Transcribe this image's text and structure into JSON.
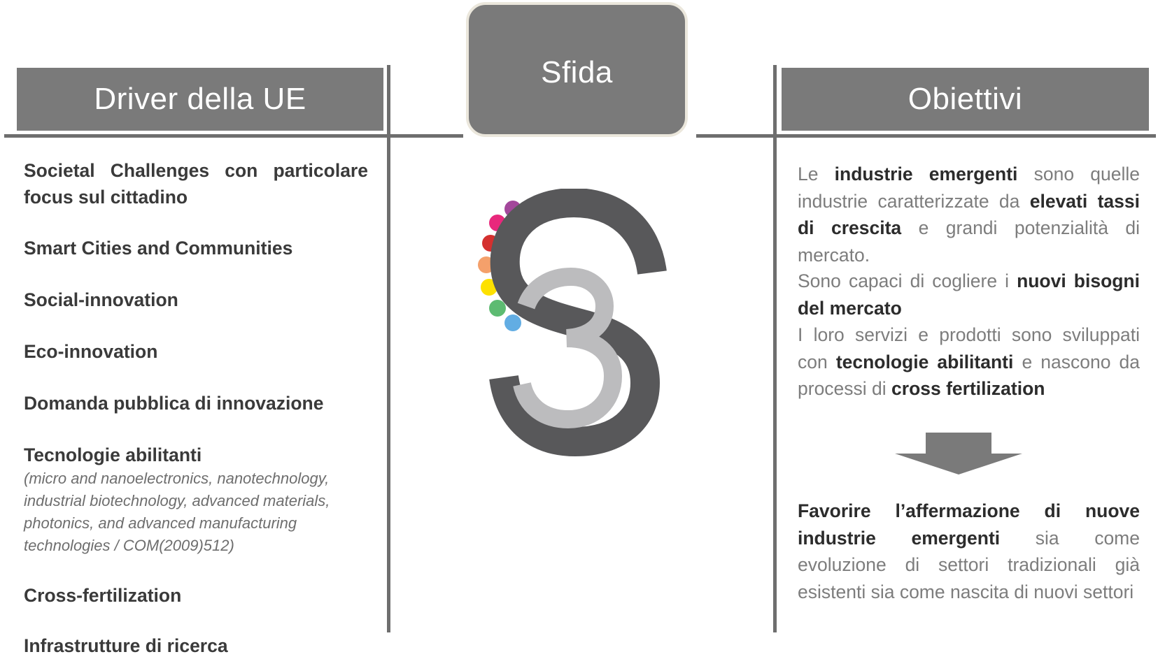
{
  "headers": {
    "left": "Driver della UE",
    "center": "Sfida",
    "right": "Obiettivi"
  },
  "drivers": [
    {
      "label": "Societal Challenges con particolare focus sul cittadino"
    },
    {
      "label": "Smart Cities and Communities"
    },
    {
      "label": "Social-innovation"
    },
    {
      "label": "Eco-innovation"
    },
    {
      "label": "Domanda pubblica di innovazione"
    },
    {
      "label": "Tecnologie abilitanti",
      "note": "(micro and nanoelectronics, nanotechnology, industrial biotechnology, advanced materials, photonics, and advanced manufacturing technologies / COM(2009)512)"
    },
    {
      "label": "Cross-fertilization"
    },
    {
      "label": "Infrastrutture di ricerca"
    }
  ],
  "logo": {
    "name": "S3 logo",
    "dot_colors": [
      "#a3479b",
      "#e8287c",
      "#d4302f",
      "#f4a06b",
      "#fde100",
      "#5dbb72",
      "#62ade3"
    ],
    "s_color": "#58585a",
    "three_color": "#bcbcbe"
  },
  "objectives": {
    "p1": [
      {
        "t": "Le ",
        "b": false
      },
      {
        "t": "industrie emergenti",
        "b": true
      },
      {
        "t": " sono quelle industrie caratterizzate da ",
        "b": false
      },
      {
        "t": "elevati tassi di crescita",
        "b": true
      },
      {
        "t": " e grandi potenzialità di mercato.",
        "b": false
      }
    ],
    "p2": [
      {
        "t": "Sono capaci di cogliere i ",
        "b": false
      },
      {
        "t": "nuovi bisogni del mercato",
        "b": true
      }
    ],
    "p3": [
      {
        "t": "I loro servizi e prodotti sono sviluppati con ",
        "b": false
      },
      {
        "t": "tecnologie abilitanti",
        "b": true
      },
      {
        "t": " e nascono da processi di ",
        "b": false
      },
      {
        "t": "cross fertilization",
        "b": true
      }
    ],
    "p4": [
      {
        "t": "Favorire l’affermazione di nuove industrie emergenti",
        "b": true
      },
      {
        "t": " sia come evoluzione di settori tradizionali già esistenti sia come nascita di nuovi settori",
        "b": false
      }
    ]
  }
}
